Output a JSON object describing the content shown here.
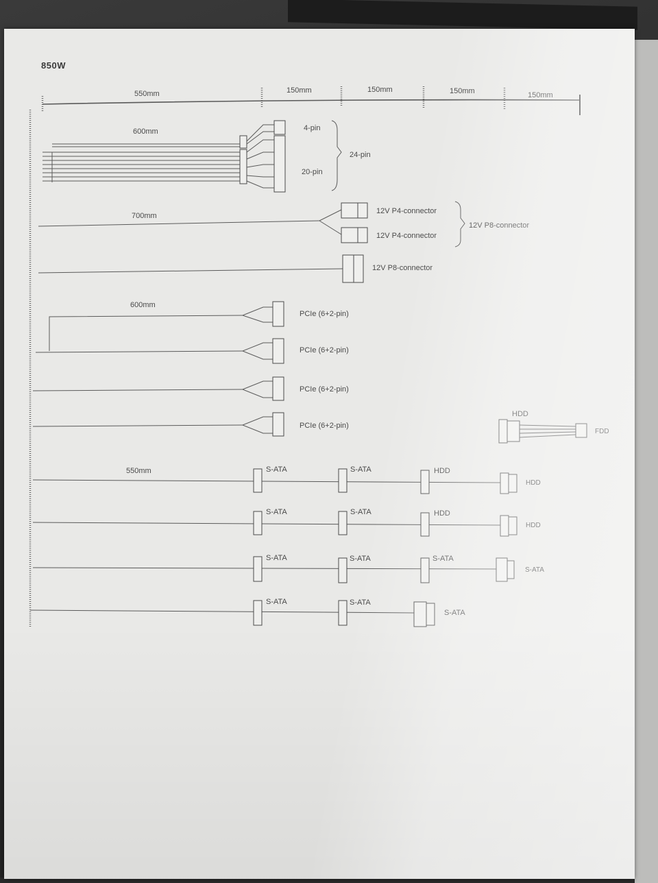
{
  "title": "850W",
  "ruler": {
    "segments": [
      "550mm",
      "150mm",
      "150mm",
      "150mm",
      "150mm"
    ]
  },
  "cable_lengths": {
    "atx": "600mm",
    "eps": "700mm",
    "pcie": "600mm",
    "peripheral": "550mm"
  },
  "atx": {
    "pin4": "4-pin",
    "pin20": "20-pin",
    "pin24": "24-pin"
  },
  "eps": {
    "p4_a": "12V P4-connector",
    "p4_b": "12V P4-connector",
    "p8_group": "12V P8-connector",
    "p8_single": "12V P8-connector"
  },
  "pcie": [
    "PCIe (6+2-pin)",
    "PCIe (6+2-pin)",
    "PCIe (6+2-pin)",
    "PCIe (6+2-pin)"
  ],
  "fdd_adapter": {
    "hdd": "HDD",
    "fdd": "FDD"
  },
  "peripheral_cables": [
    {
      "c1": "S-ATA",
      "c2": "S-ATA",
      "c3": "HDD",
      "c4": "HDD"
    },
    {
      "c1": "S-ATA",
      "c2": "S-ATA",
      "c3": "HDD",
      "c4": "HDD"
    },
    {
      "c1": "S-ATA",
      "c2": "S-ATA",
      "c3": "S-ATA",
      "c4": "S-ATA"
    },
    {
      "c1": "S-ATA",
      "c2": "S-ATA",
      "c3": "S-ATA"
    }
  ]
}
